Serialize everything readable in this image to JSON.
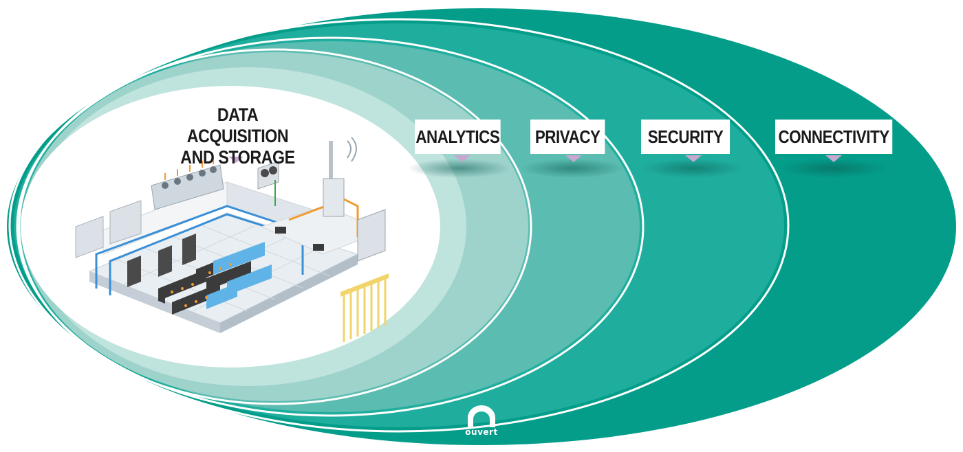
{
  "diagram": {
    "center_label_line1": "DATA ACQUISITION",
    "center_label_line2": "AND STORAGE",
    "layers": [
      {
        "label": "ANALYTICS",
        "color": "#9ed3cb"
      },
      {
        "label": "PRIVACY",
        "color": "#5bbcb1"
      },
      {
        "label": "SECURITY",
        "color": "#1fae9e"
      },
      {
        "label": "CONNECTIVITY",
        "color": "#049d8a"
      }
    ],
    "pointer_color": "#c7a7cf",
    "inner_color": "#ffffff"
  },
  "logo": {
    "text": "ouvert",
    "icon": "ouvert-arch-logo-icon"
  }
}
